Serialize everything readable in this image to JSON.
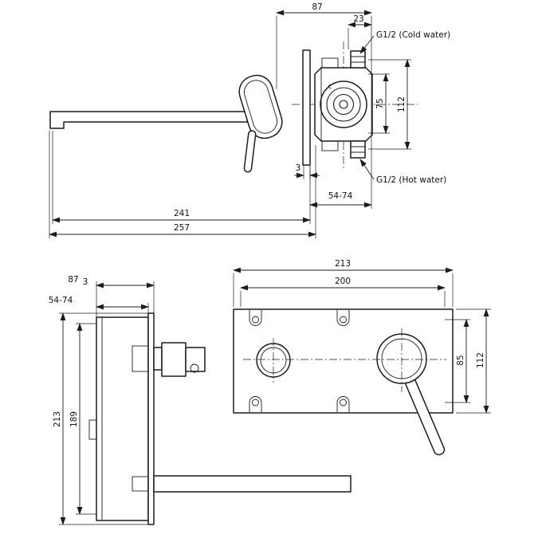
{
  "page": {
    "background": "#ffffff",
    "line_color": "#1c1c1c"
  },
  "top_view": {
    "dim_87": "87",
    "dim_23": "23",
    "dim_75": "75",
    "dim_112": "112",
    "dim_3": "3",
    "dim_54_74": "54-74",
    "dim_241": "241",
    "dim_257": "257",
    "label_cold": "G1/2 (Cold water)",
    "label_hot": "G1/2 (Hot water)",
    "body_mark": "c"
  },
  "side_view": {
    "dim_87": "87",
    "dim_3": "3",
    "dim_54_74": "54-74",
    "dim_213": "213",
    "dim_189": "189"
  },
  "front_view": {
    "dim_213": "213",
    "dim_200": "200",
    "dim_85": "85",
    "dim_112": "112"
  }
}
